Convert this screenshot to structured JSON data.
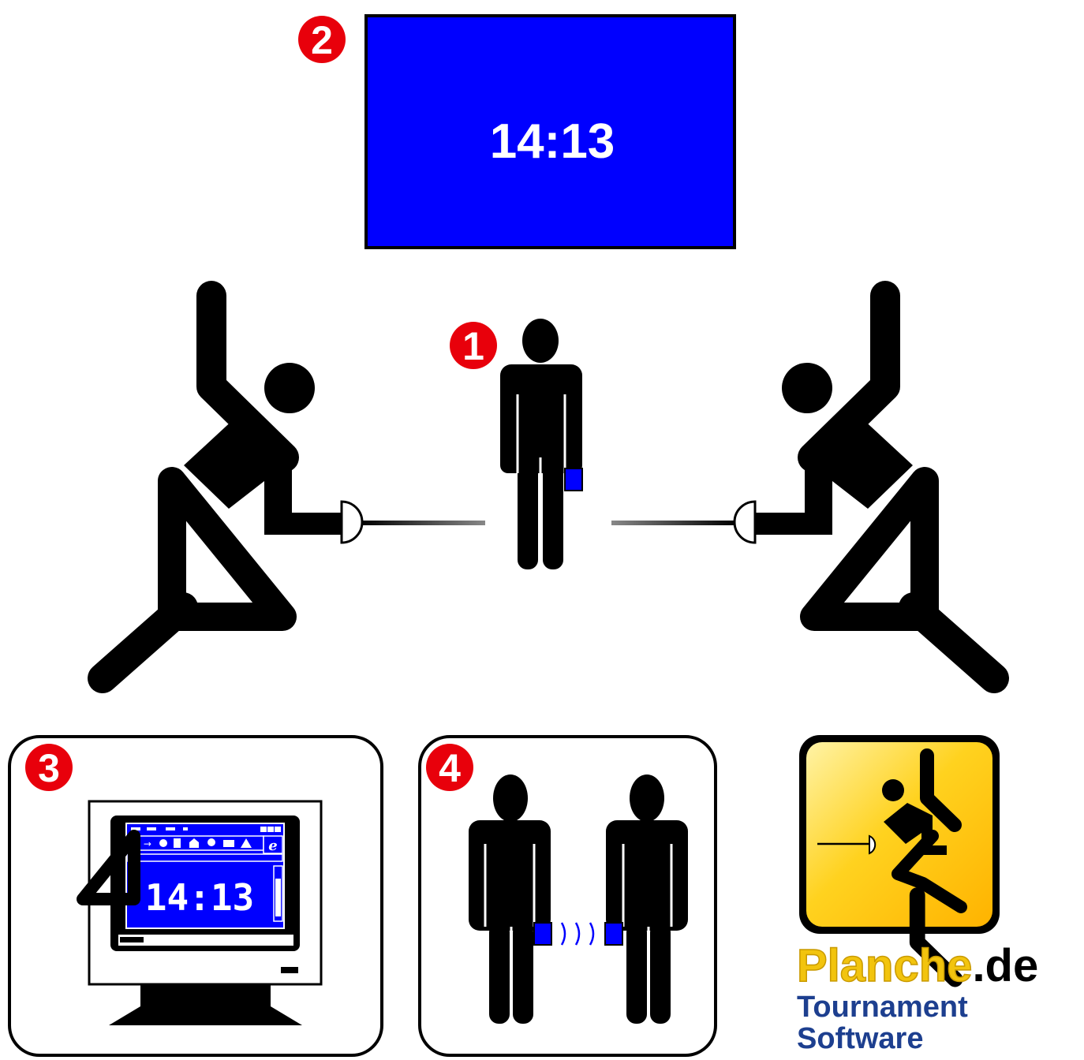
{
  "scoreboard": {
    "time": "14:13",
    "color": "#0000ff"
  },
  "badges": {
    "b1": "1",
    "b2": "2",
    "b3": "3",
    "b4": "4",
    "color": "#e8000b"
  },
  "monitor": {
    "time": "14:13"
  },
  "brand": {
    "name": "Planche",
    "tld": ".de",
    "line2": "Tournament",
    "line3": "Software"
  },
  "icons": {
    "left_fencer": "fencer-left-icon",
    "right_fencer": "fencer-right-icon",
    "referee": "referee-icon",
    "monitor": "computer-monitor-icon",
    "remote_link": "wireless-link-icon",
    "logo": "planche-logo-icon"
  }
}
